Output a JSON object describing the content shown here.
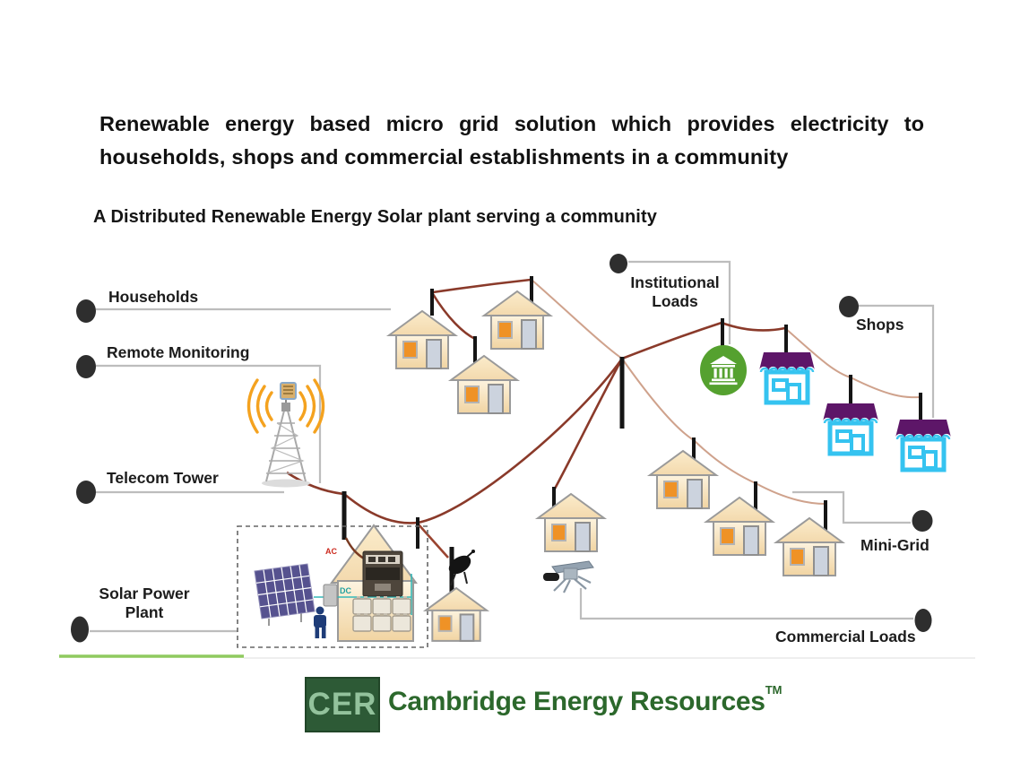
{
  "title": {
    "line1": "Renewable energy based micro grid solution which provides electricity to",
    "line2": "households, shops and commercial establishments in a community"
  },
  "subtitle": "A Distributed Renewable Energy Solar plant serving a community",
  "callouts": {
    "households": "Households",
    "remote_monitoring": "Remote Monitoring",
    "telecom_tower": "Telecom Tower",
    "solar_power_plant": "Solar Power Plant",
    "institutional_loads": "Institutional Loads",
    "shops": "Shops",
    "mini_grid": "Mini-Grid",
    "commercial_loads": "Commercial Loads"
  },
  "solar_plant_diagram": {
    "ac_label": "AC",
    "dc_label": "DC"
  },
  "footer": {
    "logo_text": "CER",
    "company_name": "Cambridge Energy Resources",
    "trademark": "TM"
  },
  "colors": {
    "power_line_dark": "#8a3a2a",
    "power_line_light": "#cfa28c",
    "connector_gray": "#bdbdbd",
    "house_wall": "#faeccb",
    "house_window_orange": "#ef9226",
    "house_door": "#ccd3de",
    "shop_awning_purple": "#5d1668",
    "shop_front_cyan": "#35c3f0",
    "institution_green": "#55a12f",
    "tower_wave_orange": "#f4a21f",
    "solar_panel_blue": "#56528f",
    "underline_green": "#8fca5f",
    "logo_bg_green": "#2d5a36",
    "logo_text_green": "#93c29c",
    "company_text_green": "#2c682c"
  }
}
